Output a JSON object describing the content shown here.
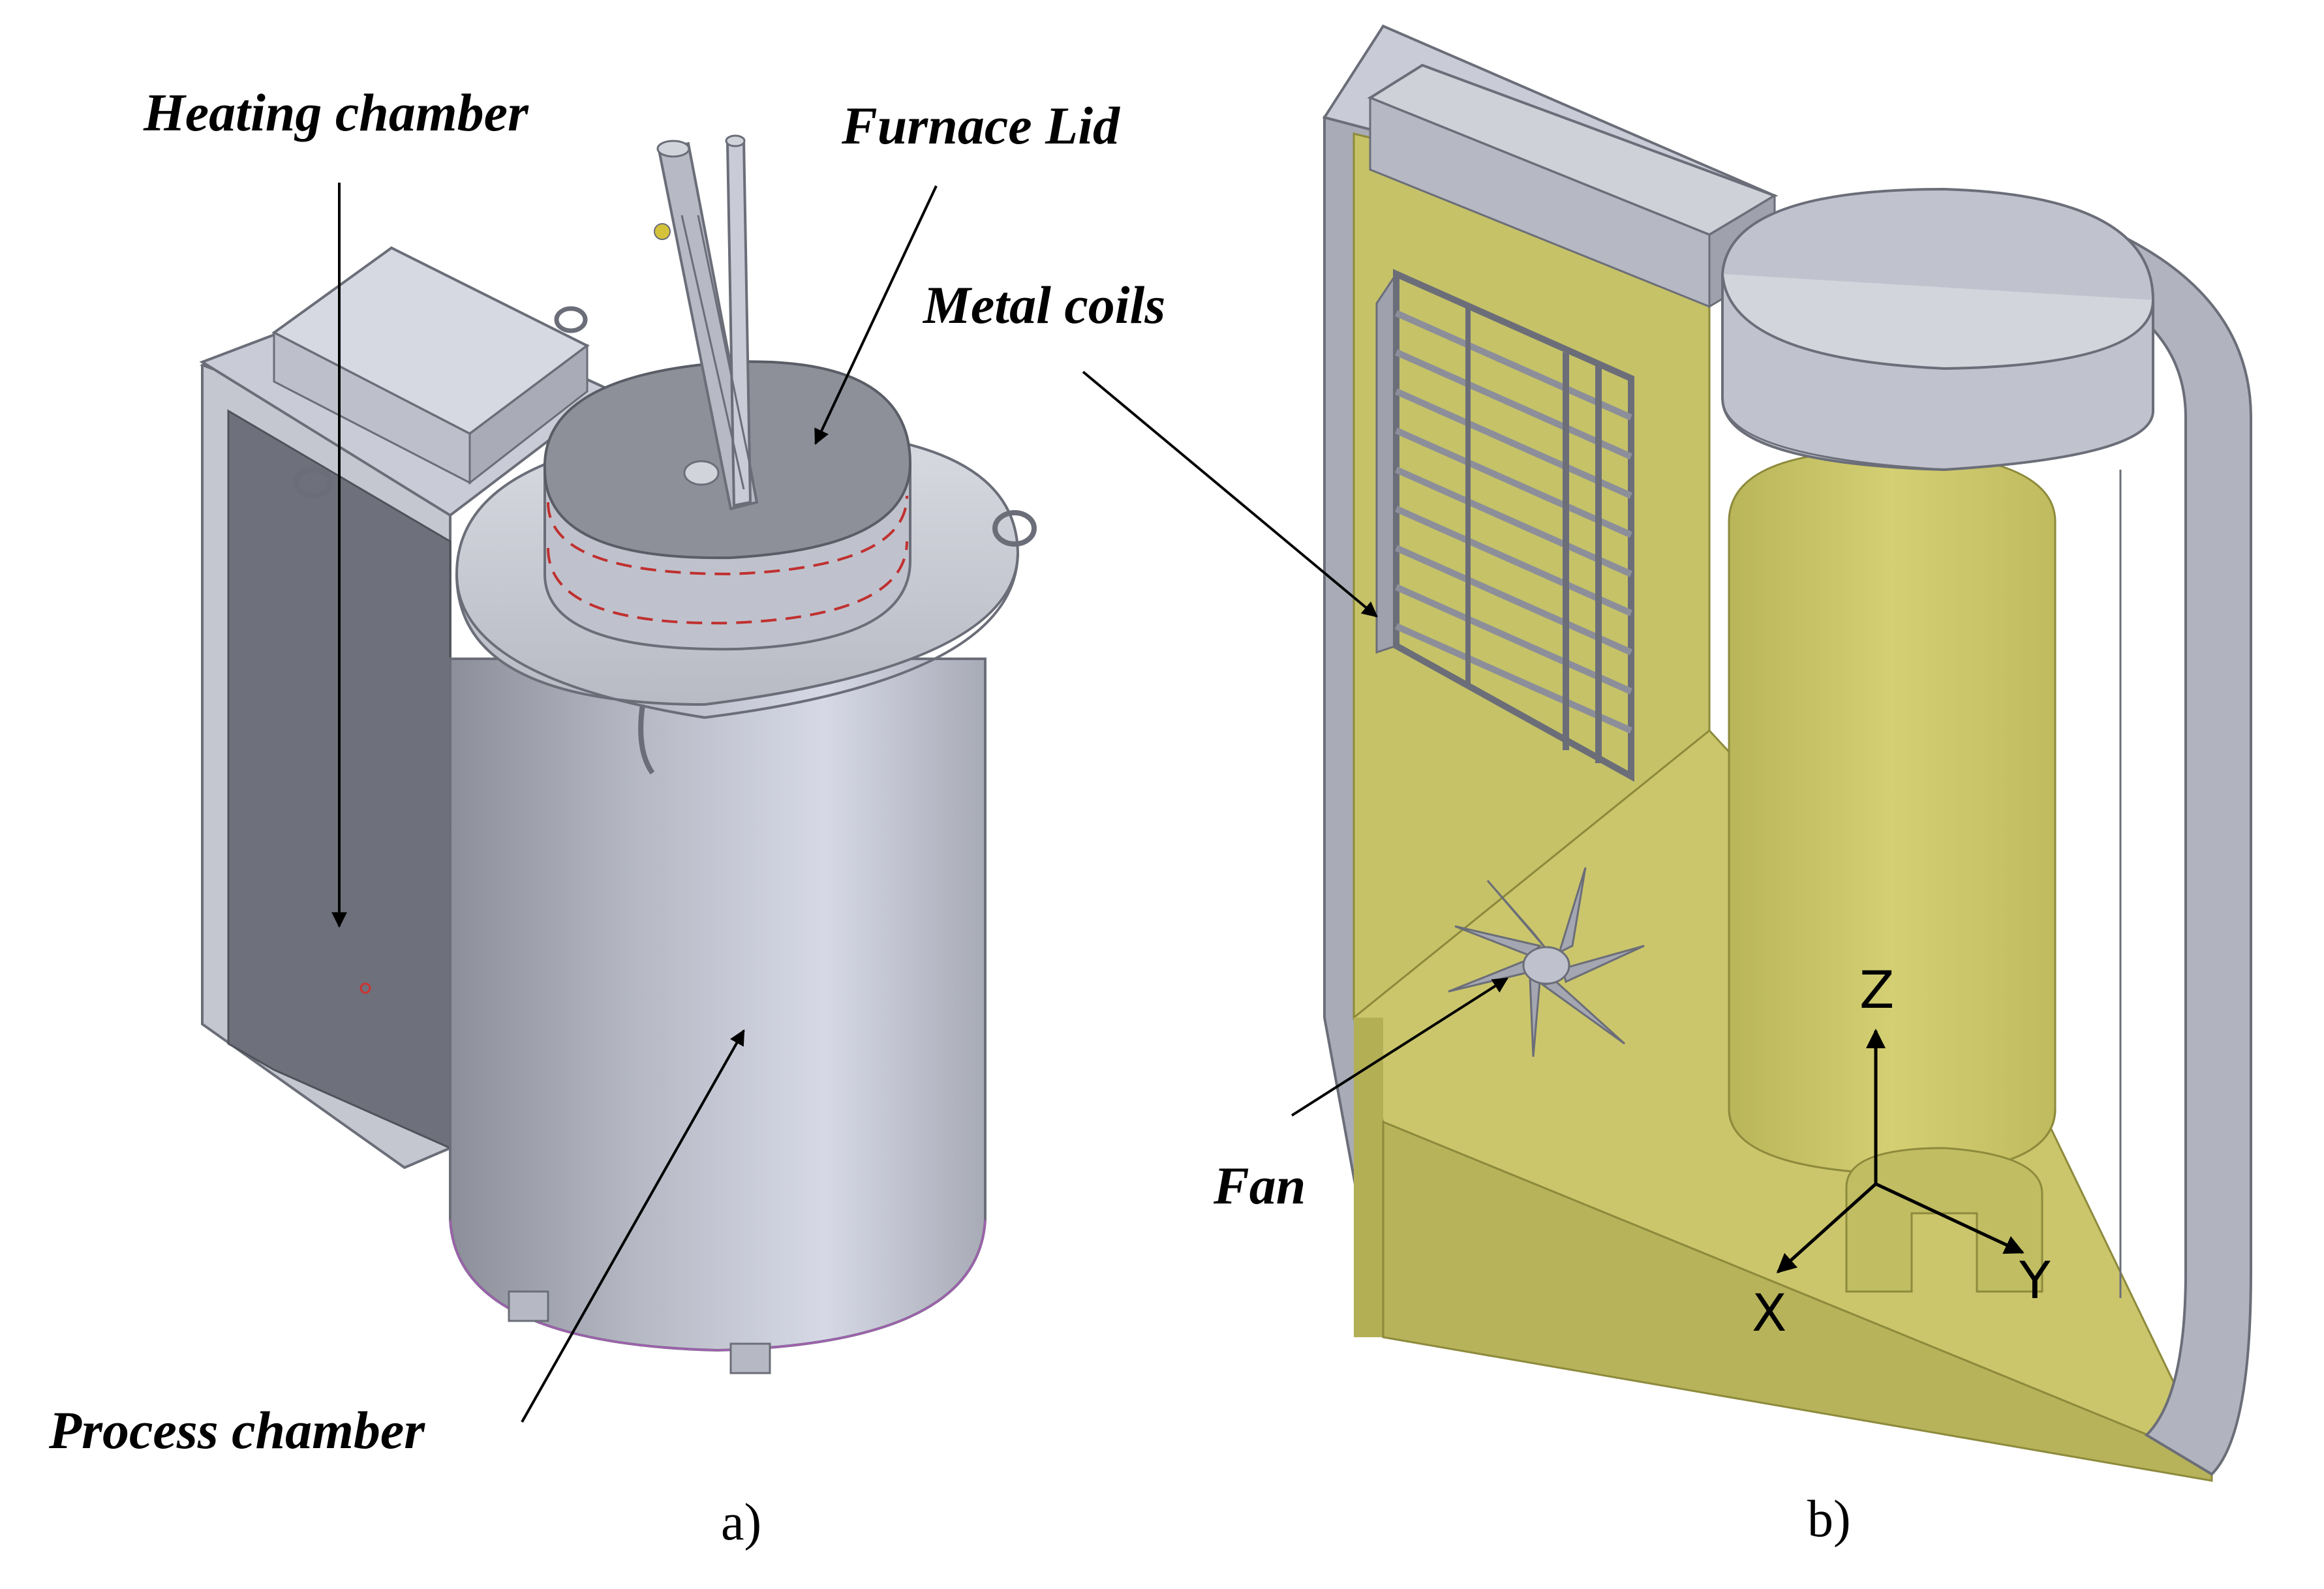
{
  "figure": {
    "panel_a": {
      "label": "a)",
      "callouts": {
        "heating_chamber": "Heating chamber",
        "furnace_lid": "Furnace Lid",
        "process_chamber": "Process chamber"
      }
    },
    "panel_b": {
      "label": "b)",
      "callouts": {
        "metal_coils": "Metal coils",
        "fan": "Fan"
      },
      "axes": {
        "z": "Z",
        "y": "Y",
        "x": "X"
      }
    },
    "colors": {
      "steel_light": "#c9ccd6",
      "steel_mid": "#a3a6b2",
      "steel_dark": "#6e717b",
      "insulation": "#c9c56a",
      "insulation_dark": "#a9a447",
      "line": "#000000"
    }
  }
}
